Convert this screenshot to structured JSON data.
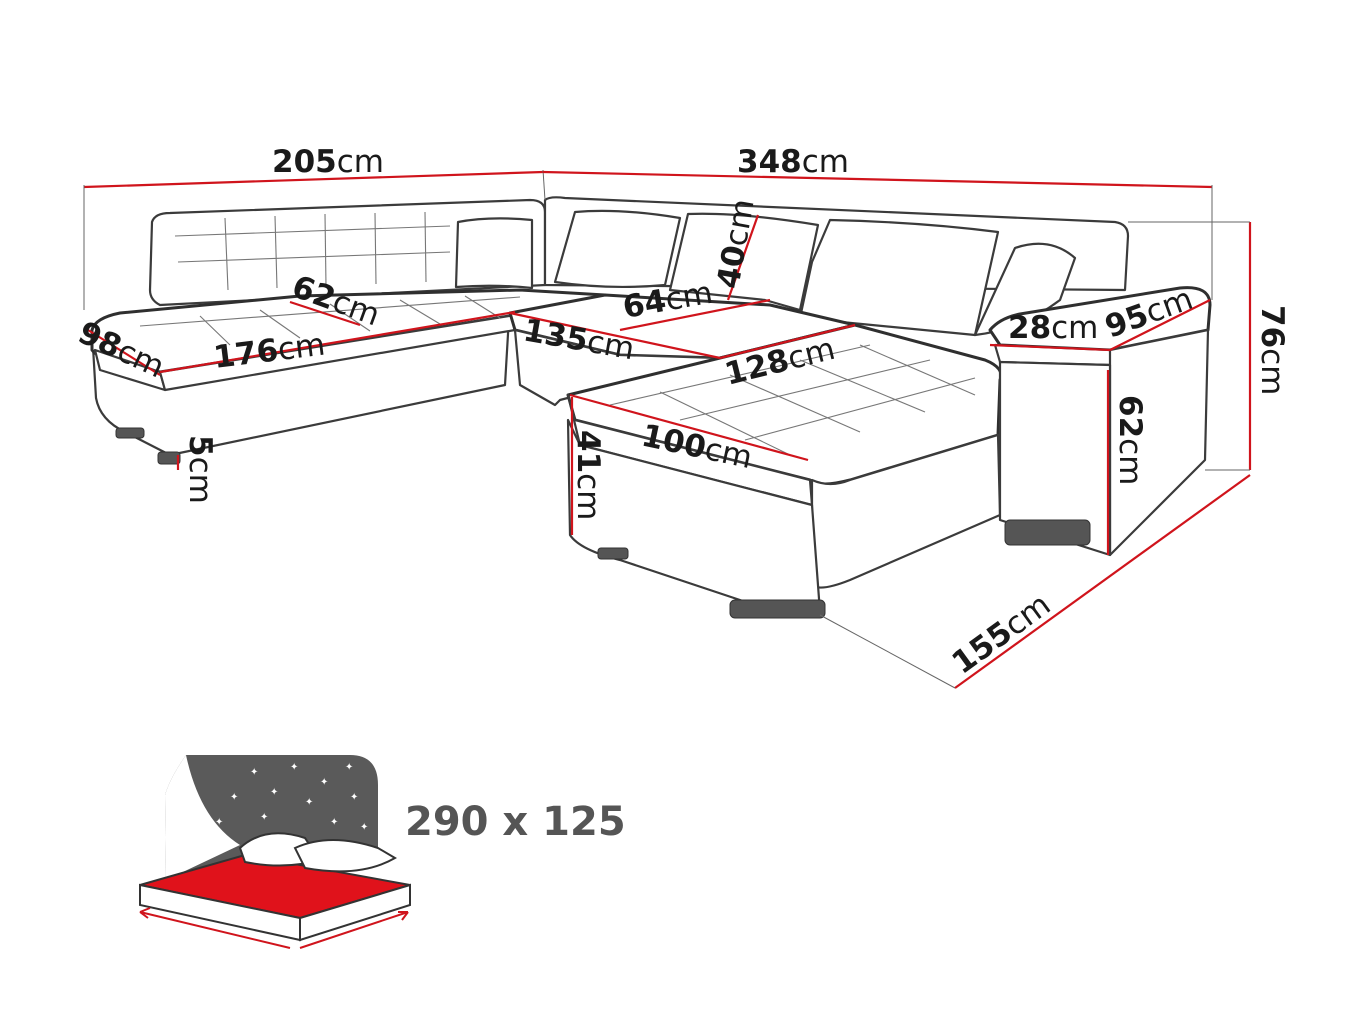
{
  "dimensions": {
    "total_left": {
      "num": "205",
      "unit": "cm"
    },
    "total_right": {
      "num": "348",
      "unit": "cm"
    },
    "height_total": {
      "num": "76",
      "unit": "cm"
    },
    "depth_left": {
      "num": "98",
      "unit": "cm"
    },
    "seat_depth_left": {
      "num": "62",
      "unit": "cm"
    },
    "seat_len_left": {
      "num": "176",
      "unit": "cm"
    },
    "leg_height": {
      "num": "5",
      "unit": "cm"
    },
    "seat_center": {
      "num": "135",
      "unit": "cm"
    },
    "seat_depth_center": {
      "num": "64",
      "unit": "cm"
    },
    "back_height": {
      "num": "40",
      "unit": "cm"
    },
    "chaise_len": {
      "num": "128",
      "unit": "cm"
    },
    "chaise_width": {
      "num": "100",
      "unit": "cm"
    },
    "seat_height": {
      "num": "41",
      "unit": "cm"
    },
    "armrest_width": {
      "num": "28",
      "unit": "cm"
    },
    "armrest_depth": {
      "num": "95",
      "unit": "cm"
    },
    "armrest_height": {
      "num": "62",
      "unit": "cm"
    },
    "depth_right": {
      "num": "155",
      "unit": "cm"
    }
  },
  "bed": {
    "size": "290 x 125"
  },
  "colors": {
    "dimension_line": "#d0141c",
    "bed_mattress": "#e0121b",
    "night_panel": "#5a5a5a"
  }
}
